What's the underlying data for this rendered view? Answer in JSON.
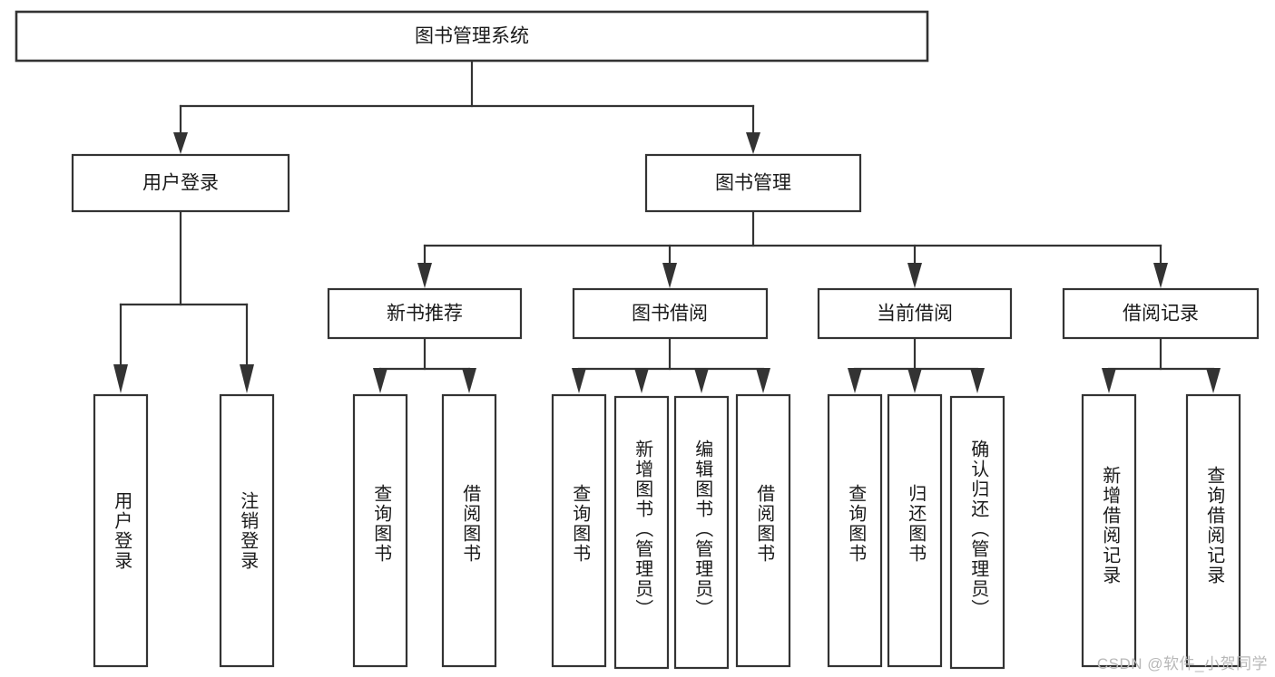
{
  "diagram": {
    "title": "图书管理系统",
    "type": "hierarchy-tree",
    "watermark": "CSDN @软件_小贺同学",
    "colors": {
      "stroke": "#333333",
      "fill": "#ffffff",
      "text": "#1a1a1a",
      "watermark": "#b8b8b8"
    },
    "nodes": {
      "root": {
        "label": "图书管理系统"
      },
      "level2": [
        {
          "id": "user-login",
          "label": "用户登录"
        },
        {
          "id": "book-management",
          "label": "图书管理"
        }
      ],
      "level3": [
        {
          "id": "new-book-recommend",
          "label": "新书推荐"
        },
        {
          "id": "book-borrow",
          "label": "图书借阅"
        },
        {
          "id": "current-borrow",
          "label": "当前借阅"
        },
        {
          "id": "borrow-record",
          "label": "借阅记录"
        }
      ],
      "leaves": {
        "user-login": [
          {
            "id": "leaf-user-login",
            "label": "用户登录"
          },
          {
            "id": "leaf-logout-login",
            "label": "注销登录"
          }
        ],
        "new-book-recommend": [
          {
            "id": "leaf-query-book-1",
            "label": "查询图书"
          },
          {
            "id": "leaf-borrow-book-1",
            "label": "借阅图书"
          }
        ],
        "book-borrow": [
          {
            "id": "leaf-query-book-2",
            "label": "查询图书"
          },
          {
            "id": "leaf-add-book",
            "label": "新增图书（管理员）"
          },
          {
            "id": "leaf-edit-book",
            "label": "编辑图书（管理员）"
          },
          {
            "id": "leaf-borrow-book-2",
            "label": "借阅图书"
          }
        ],
        "current-borrow": [
          {
            "id": "leaf-query-book-3",
            "label": "查询图书"
          },
          {
            "id": "leaf-return-book",
            "label": "归还图书"
          },
          {
            "id": "leaf-confirm-return",
            "label": "确认归还（管理员）"
          }
        ],
        "borrow-record": [
          {
            "id": "leaf-add-borrow-record",
            "label": "新增借阅记录"
          },
          {
            "id": "leaf-query-borrow-record",
            "label": "查询借阅记录"
          }
        ]
      }
    }
  }
}
